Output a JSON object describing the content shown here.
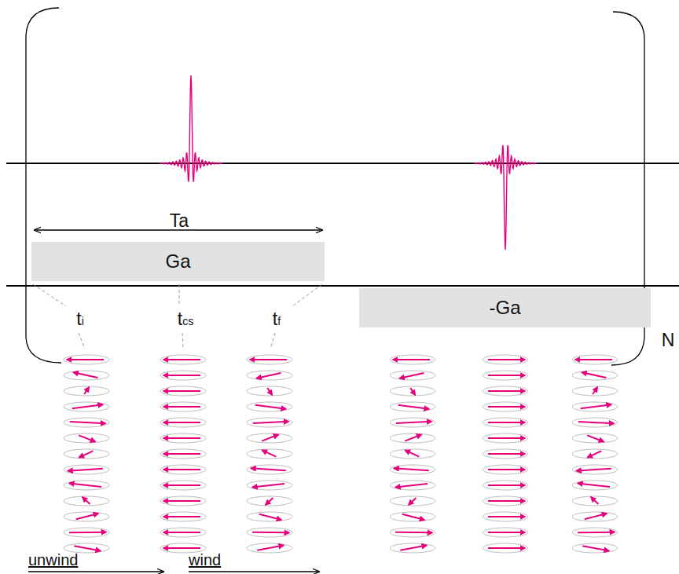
{
  "diagram": {
    "nodes": [
      {
        "text": [
          "Ga"
        ]
      },
      {
        "text": [
          "-Ga"
        ]
      }
    ],
    "labels": [
      "Ta",
      "ti",
      "tcs",
      "tf",
      "N",
      "unwind",
      "wind"
    ]
  }
}
